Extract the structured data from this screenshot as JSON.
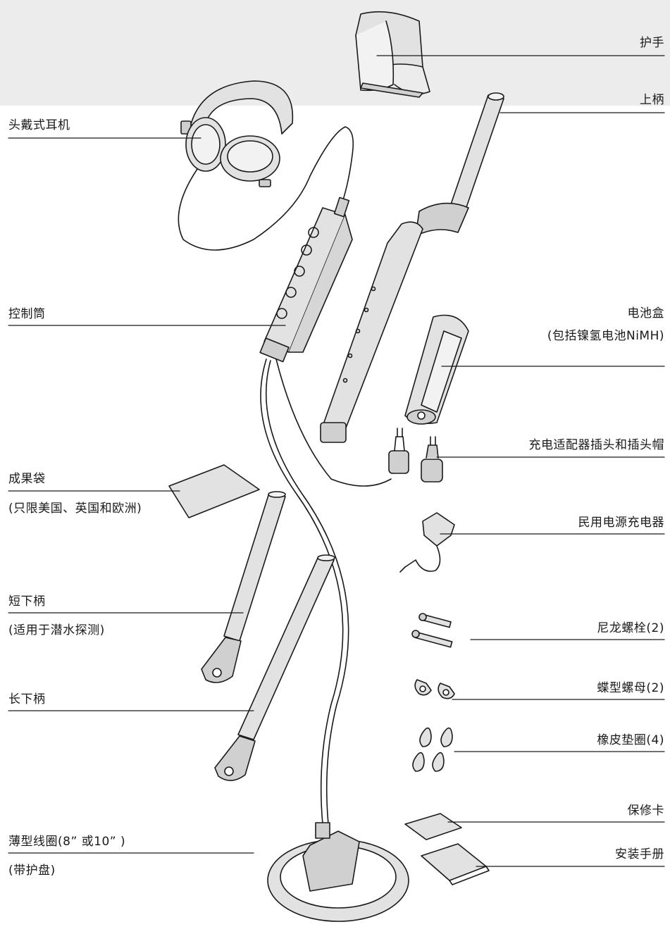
{
  "labels": {
    "hand_guard": "护手",
    "headphones": "头戴式耳机",
    "upper_shaft": "上柄",
    "control_housing": "控制筒",
    "battery_box": "电池盒",
    "battery_box_note": "(包括镍氢电池NiMH)",
    "charger_plug": "充电适配器插头和插头帽",
    "finds_pouch": "成果袋",
    "finds_pouch_note": "(只限美国、英国和欧洲)",
    "mains_charger": "民用电源充电器",
    "short_lower_shaft": "短下柄",
    "short_lower_shaft_note": "(适用于潜水探测)",
    "nylon_bolts": "尼龙螺栓(2)",
    "wing_nuts": "蝶型螺母(2)",
    "rubber_washers": "橡皮垫圈(4)",
    "long_lower_shaft": "长下柄",
    "warranty_card": "保修卡",
    "install_manual": "安装手册",
    "coil": "薄型线圈(8” 或10” )",
    "coil_note": "(带护盘)"
  },
  "colors": {
    "line": "#1a1a1a",
    "part_fill": "#e2e2e2",
    "part_fill_light": "#f2f2f2",
    "band": "#ececec"
  }
}
